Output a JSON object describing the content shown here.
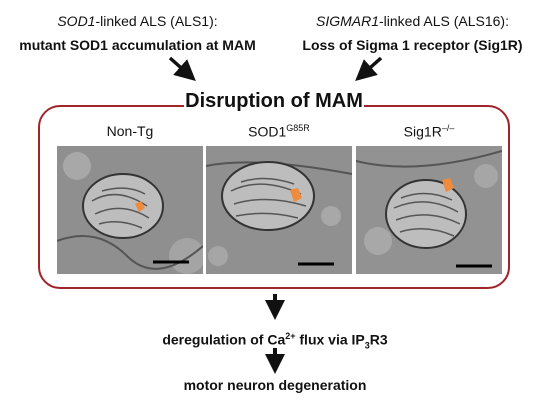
{
  "top_left": {
    "gene": "SOD1",
    "rest": "-linked ALS (ALS1):",
    "claim": "mutant SOD1 accumulation at MAM"
  },
  "top_right": {
    "gene": "SIGMAR1",
    "rest": "-linked ALS (ALS16):",
    "claim": "Loss of Sigma 1 receptor (Sig1R)"
  },
  "box": {
    "title": "Disruption of MAM",
    "border_color": "#a0252a",
    "panels": [
      {
        "label": "Non-Tg",
        "sup": ""
      },
      {
        "label": "SOD1",
        "sup": "G85R"
      },
      {
        "label": "Sig1R",
        "sup": "–/–"
      }
    ]
  },
  "flow": {
    "step1_a": "deregulation of Ca",
    "step1_sup": "2+",
    "step1_b": " flux via IP",
    "step1_sub": "3",
    "step1_c": "R3",
    "step2": "motor neuron degeneration"
  },
  "colors": {
    "mam_highlight": "#f08a3c"
  }
}
